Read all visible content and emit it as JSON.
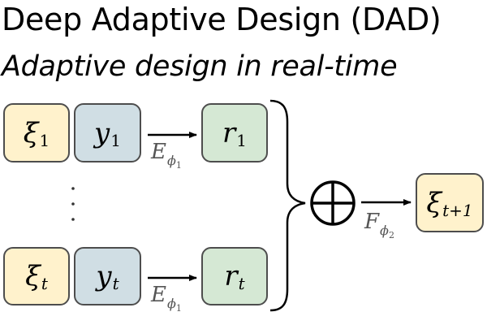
{
  "title": "Deep Adaptive Design (DAD)",
  "subtitle": "Adaptive design in real-time",
  "row1": {
    "xi": {
      "symbol": "ξ",
      "subscript": "1"
    },
    "y": {
      "symbol": "y",
      "subscript": "1"
    },
    "r": {
      "symbol": "r",
      "subscript": "1"
    },
    "encoder": {
      "symbol": "E",
      "phi": "ϕ",
      "phi_subscript": "1"
    }
  },
  "row2": {
    "xi": {
      "symbol": "ξ",
      "subscript": "t"
    },
    "y": {
      "symbol": "y",
      "subscript": "t"
    },
    "r": {
      "symbol": "r",
      "subscript": "t"
    },
    "encoder": {
      "symbol": "E",
      "phi": "ϕ",
      "phi_subscript": "1"
    }
  },
  "emitter": {
    "symbol": "F",
    "phi": "ϕ",
    "phi_subscript": "2"
  },
  "output": {
    "symbol": "ξ",
    "subscript": "t+1"
  },
  "colors": {
    "xi_fill": "#fff2cc",
    "y_fill": "#d0dee4",
    "r_fill": "#d5e8d4",
    "border": "#4d4d4d",
    "label": "#555555"
  }
}
